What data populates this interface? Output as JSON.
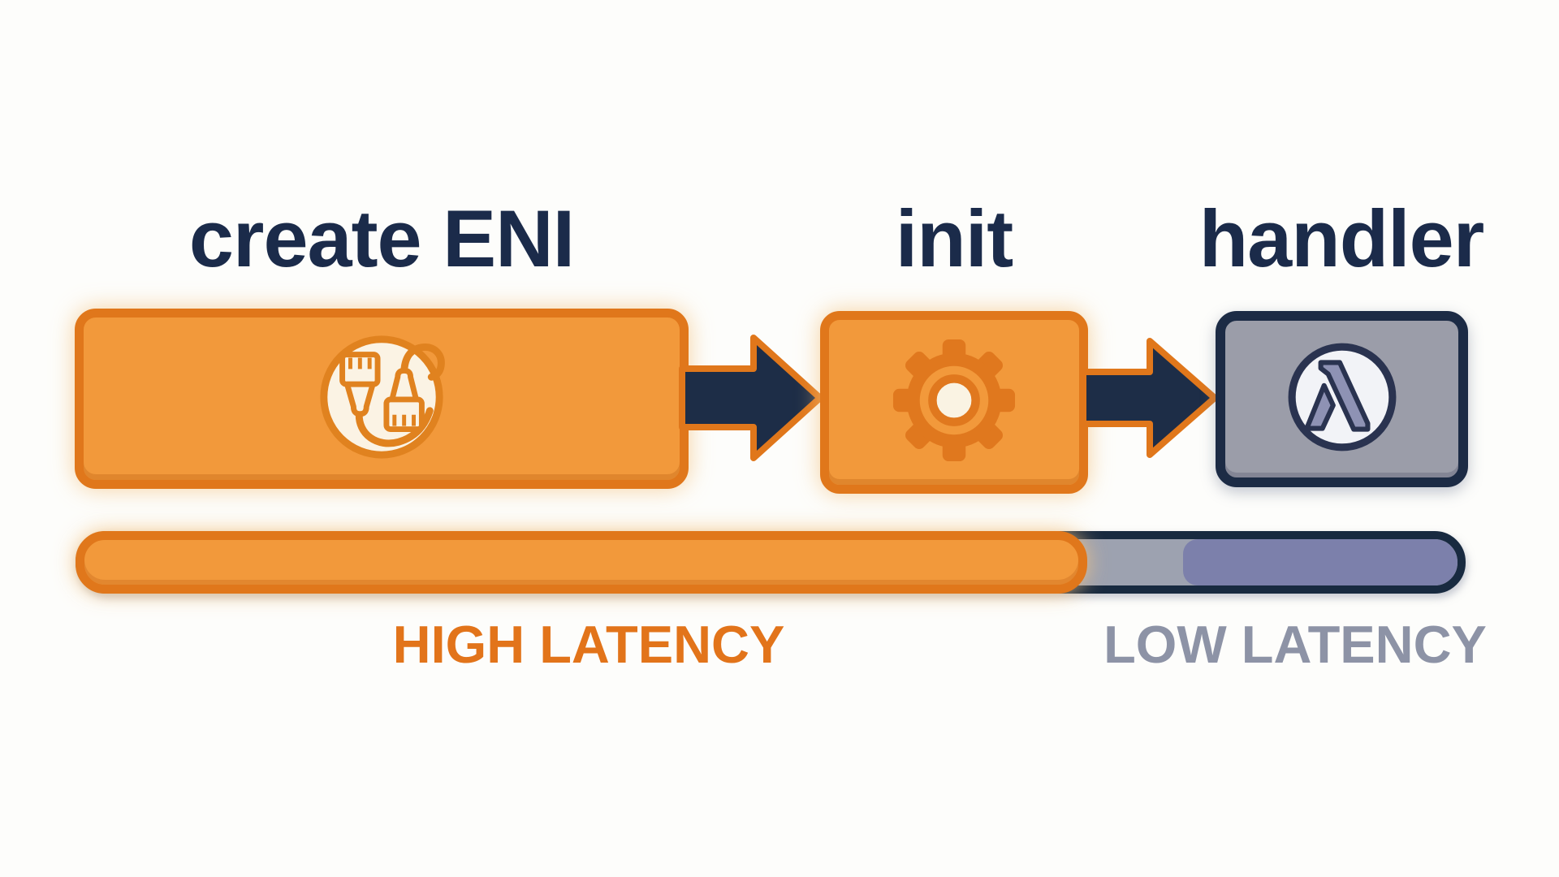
{
  "stages": [
    {
      "label": "create ENI",
      "icon": "ethernet-connectors-icon"
    },
    {
      "label": "init",
      "icon": "gear-icon"
    },
    {
      "label": "handler",
      "icon": "aws-lambda-icon"
    }
  ],
  "arrows": [
    {
      "icon": "arrow-right-icon"
    },
    {
      "icon": "arrow-right-icon"
    }
  ],
  "latency_bar": {
    "high_label": "HIGH LATENCY",
    "low_label": "LOW LATENCY",
    "high_fraction": 0.73,
    "transition_fraction": 0.07,
    "low_fraction": 0.2
  },
  "colors": {
    "background": "#fdfdfb",
    "title_text": "#1b2b4a",
    "stage_fill_orange": "#f2993b",
    "stage_border_orange": "#e0771b",
    "stage_fill_gray": "#9b9da9",
    "stage_border_navy": "#1c2b45",
    "arrow_fill": "#1d2d47",
    "arrow_outline": "#e0771b",
    "bar_track_border": "#182a40",
    "bar_transition_fill": "#9da2b0",
    "bar_low_fill": "#7c80ab",
    "high_latency_text": "#e2741a",
    "low_latency_text": "#8d93a6",
    "icon_cream": "#fbf3e4",
    "icon_stroke_orange": "#e0821f",
    "lambda_glyph_fill": "#8e92b4",
    "lambda_glyph_outline": "#2a3350"
  }
}
